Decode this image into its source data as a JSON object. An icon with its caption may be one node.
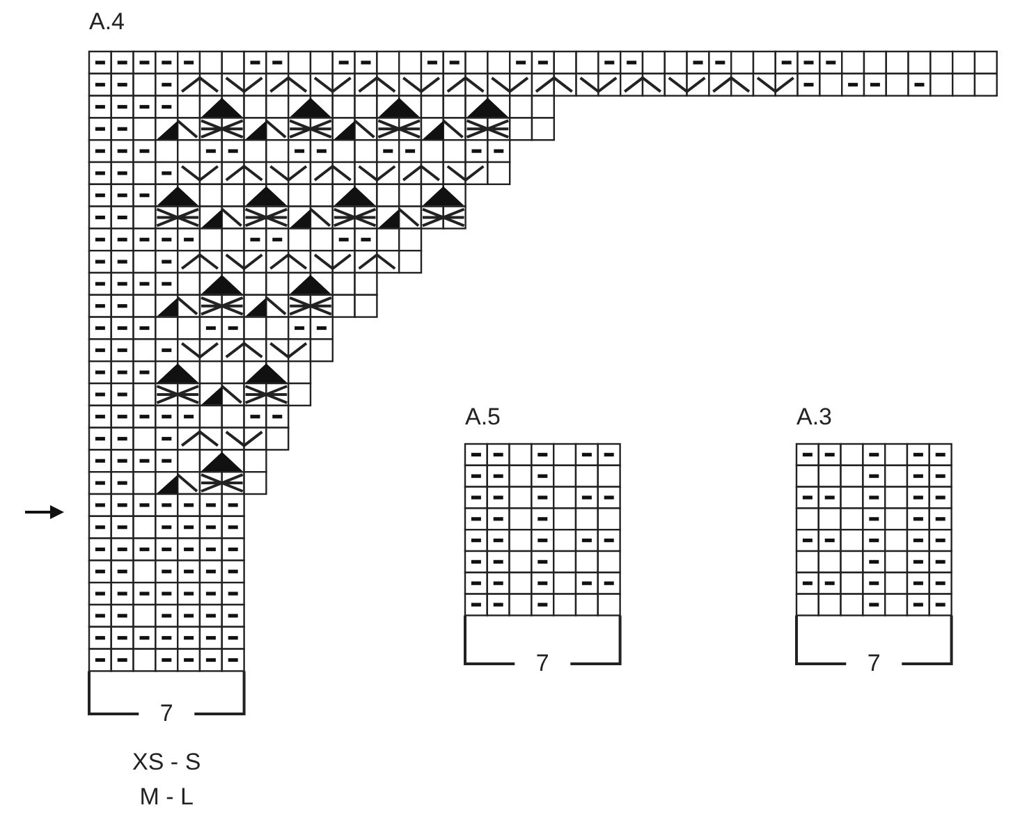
{
  "diagram": {
    "labels": [
      "A.4",
      "A.5",
      "A.3",
      "7",
      "7",
      "7",
      "XS - S",
      "M - L"
    ]
  }
}
